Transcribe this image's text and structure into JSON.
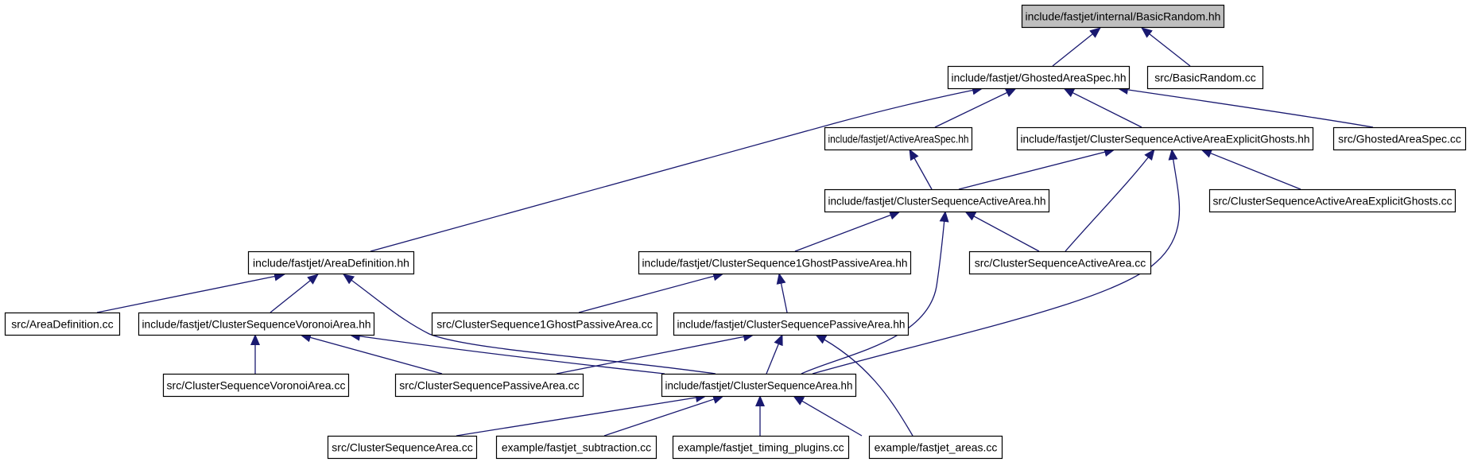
{
  "colors": {
    "edge": "#191970",
    "node_border": "#000000",
    "node_fill": "#ffffff",
    "focus_fill": "#bfbfbf"
  },
  "graph": {
    "focus_node": "n0",
    "nodes": [
      {
        "id": "n0",
        "label": "include/fastjet/internal/BasicRandom.hh"
      },
      {
        "id": "n1",
        "label": "include/fastjet/GhostedAreaSpec.hh"
      },
      {
        "id": "n2",
        "label": "src/BasicRandom.cc"
      },
      {
        "id": "n3",
        "label": "include/fastjet/AreaDefinition.hh"
      },
      {
        "id": "n4",
        "label": "include/fastjet/ActiveAreaSpec.hh"
      },
      {
        "id": "n5",
        "label": "include/fastjet/ClusterSequenceActiveAreaExplicitGhosts.hh"
      },
      {
        "id": "n6",
        "label": "src/GhostedAreaSpec.cc"
      },
      {
        "id": "n7",
        "label": "include/fastjet/ClusterSequenceActiveArea.hh"
      },
      {
        "id": "n8",
        "label": "src/ClusterSequenceActiveAreaExplicitGhosts.cc"
      },
      {
        "id": "n9",
        "label": "include/fastjet/ClusterSequence1GhostPassiveArea.hh"
      },
      {
        "id": "n10",
        "label": "src/ClusterSequenceActiveArea.cc"
      },
      {
        "id": "n11",
        "label": "src/AreaDefinition.cc"
      },
      {
        "id": "n12",
        "label": "include/fastjet/ClusterSequenceVoronoiArea.hh"
      },
      {
        "id": "n13",
        "label": "src/ClusterSequence1GhostPassiveArea.cc"
      },
      {
        "id": "n14",
        "label": "include/fastjet/ClusterSequencePassiveArea.hh"
      },
      {
        "id": "n15",
        "label": "src/ClusterSequenceVoronoiArea.cc"
      },
      {
        "id": "n16",
        "label": "src/ClusterSequencePassiveArea.cc"
      },
      {
        "id": "n17",
        "label": "include/fastjet/ClusterSequenceArea.hh"
      },
      {
        "id": "n18",
        "label": "src/ClusterSequenceArea.cc"
      },
      {
        "id": "n19",
        "label": "example/fastjet_subtraction.cc"
      },
      {
        "id": "n20",
        "label": "example/fastjet_timing_plugins.cc"
      },
      {
        "id": "n21",
        "label": "example/fastjet_areas.cc"
      }
    ],
    "edges": [
      {
        "from": "n1",
        "to": "n0"
      },
      {
        "from": "n2",
        "to": "n0"
      },
      {
        "from": "n3",
        "to": "n1"
      },
      {
        "from": "n4",
        "to": "n1"
      },
      {
        "from": "n5",
        "to": "n1"
      },
      {
        "from": "n6",
        "to": "n1"
      },
      {
        "from": "n7",
        "to": "n4"
      },
      {
        "from": "n7",
        "to": "n5"
      },
      {
        "from": "n10",
        "to": "n5"
      },
      {
        "from": "n17",
        "to": "n5"
      },
      {
        "from": "n8",
        "to": "n5"
      },
      {
        "from": "n9",
        "to": "n7"
      },
      {
        "from": "n10",
        "to": "n7"
      },
      {
        "from": "n17",
        "to": "n7"
      },
      {
        "from": "n11",
        "to": "n3"
      },
      {
        "from": "n12",
        "to": "n3"
      },
      {
        "from": "n17",
        "to": "n3"
      },
      {
        "from": "n13",
        "to": "n9"
      },
      {
        "from": "n14",
        "to": "n9"
      },
      {
        "from": "n15",
        "to": "n12"
      },
      {
        "from": "n16",
        "to": "n12"
      },
      {
        "from": "n17",
        "to": "n12"
      },
      {
        "from": "n16",
        "to": "n14"
      },
      {
        "from": "n17",
        "to": "n14"
      },
      {
        "from": "n21",
        "to": "n14"
      },
      {
        "from": "n18",
        "to": "n17"
      },
      {
        "from": "n19",
        "to": "n17"
      },
      {
        "from": "n20",
        "to": "n17"
      },
      {
        "from": "n21",
        "to": "n17"
      }
    ]
  }
}
